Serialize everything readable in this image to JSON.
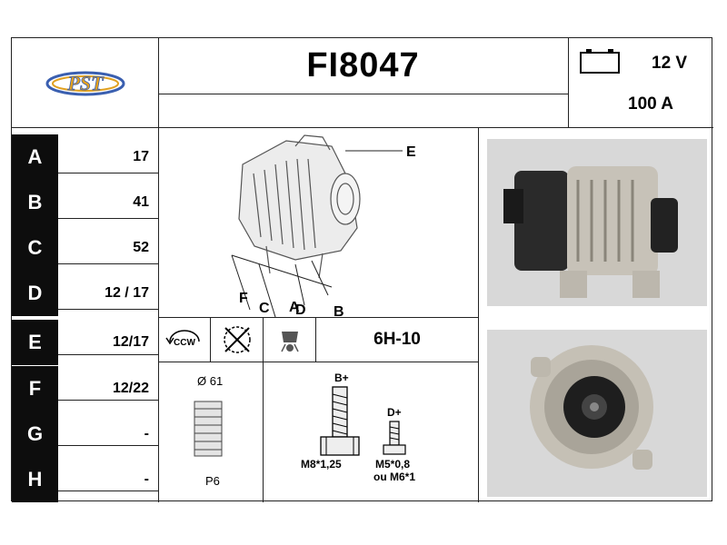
{
  "brand": {
    "logo_text": "PST"
  },
  "header": {
    "part_number": "FI8047",
    "voltage": "12 V",
    "amperage": "100 A"
  },
  "dimensions": [
    {
      "letter": "A",
      "value": "17"
    },
    {
      "letter": "B",
      "value": "41"
    },
    {
      "letter": "C",
      "value": "52"
    },
    {
      "letter": "D",
      "value": "12 / 17"
    },
    {
      "letter": "E",
      "value": "12/17"
    },
    {
      "letter": "F",
      "value": "12/22"
    },
    {
      "letter": "G",
      "value": "-"
    },
    {
      "letter": "H",
      "value": "-"
    }
  ],
  "diagram_labels": {
    "e": "E",
    "c": "C",
    "a": "A",
    "b": "B",
    "f": "F",
    "d": "D"
  },
  "features": {
    "rotation": "CCW",
    "regulator": "6H-10"
  },
  "pulley": {
    "diameter": "Ø 61",
    "type": "P6"
  },
  "terminals": {
    "b_plus_label": "B+",
    "b_plus_thread": "M8*1,25",
    "d_plus_label": "D+",
    "d_plus_thread_1": "M5*0,8",
    "d_plus_thread_2": "ou M6*1"
  }
}
